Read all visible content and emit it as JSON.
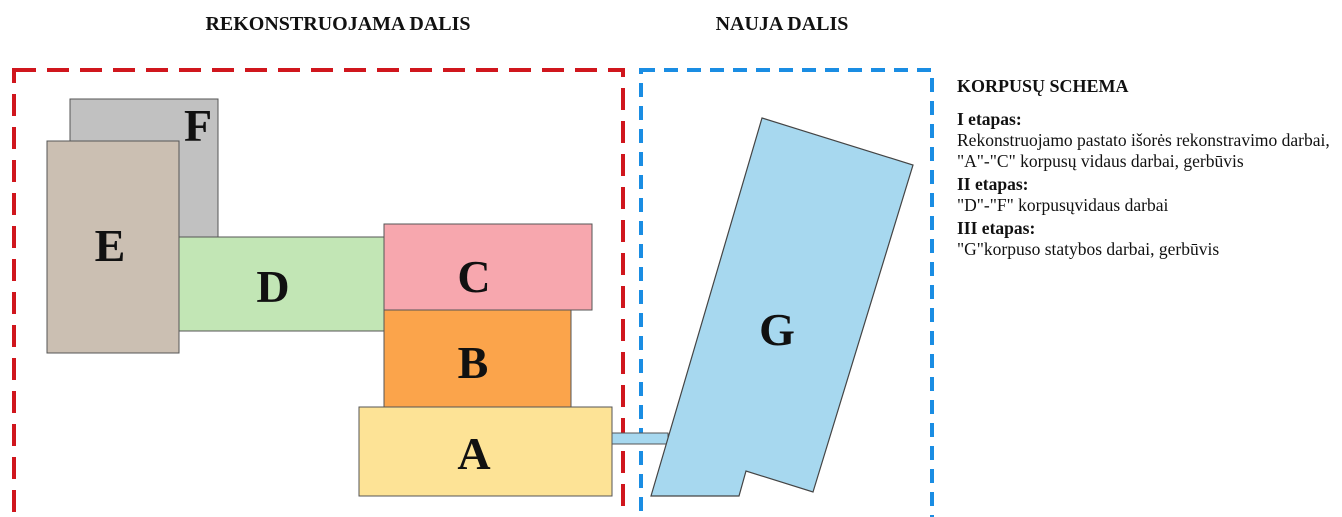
{
  "sections": {
    "reconstructed_title": "REKONSTRUOJAMA DALIS",
    "new_title": "NAUJA DALIS"
  },
  "blocks": {
    "A": {
      "label": "A",
      "color": "#fde396"
    },
    "B": {
      "label": "B",
      "color": "#fba44b"
    },
    "C": {
      "label": "C",
      "color": "#f7a7ae"
    },
    "D": {
      "label": "D",
      "color": "#c2e6b5"
    },
    "E": {
      "label": "E",
      "color": "#cbbfb2"
    },
    "F": {
      "label": "F",
      "color": "#c1c1c1"
    },
    "G": {
      "label": "G",
      "color": "#a7d8ef"
    }
  },
  "border_colors": {
    "reconstructed": "#d0161d",
    "new": "#1a8de3"
  },
  "legend": {
    "title": "KORPUSŲ SCHEMA",
    "stages": [
      {
        "title": "I etapas:",
        "description": "Rekonstruojamo pastato išorės rekonstravimo darbai, \"A\"-\"C\" korpusų vidaus darbai, gerbūvis"
      },
      {
        "title": "II etapas:",
        "description": "\"D\"-\"F\" korpusųvidaus darbai"
      },
      {
        "title": "III etapas:",
        "description": "\"G\"korpuso statybos darbai, gerbūvis"
      }
    ]
  }
}
